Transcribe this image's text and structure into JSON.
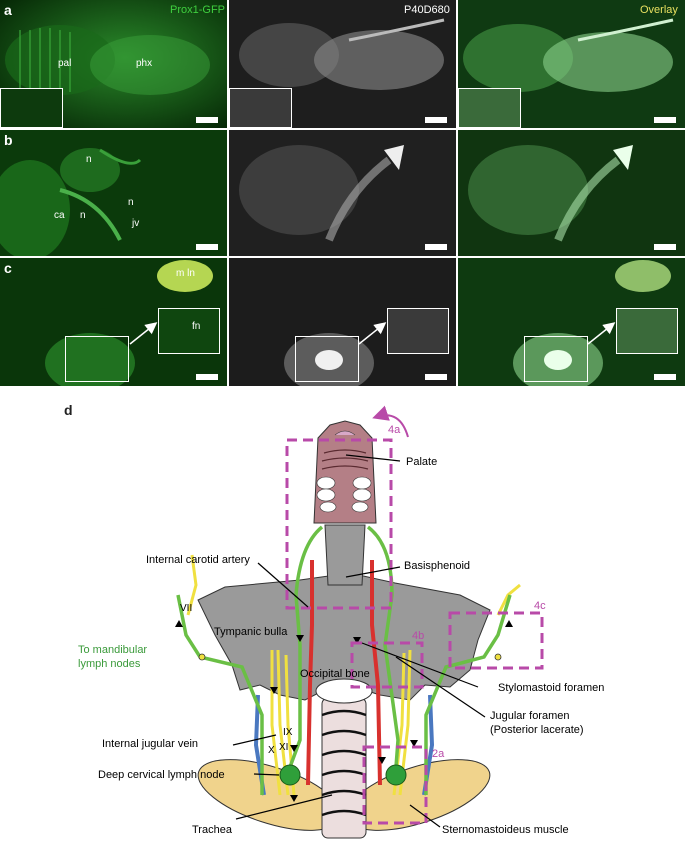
{
  "panel_letters": {
    "a": "a",
    "b": "b",
    "c": "c",
    "d": "d"
  },
  "channel_titles": {
    "green": "Prox1-GFP",
    "gray": "P40D680",
    "overlay": "Overlay"
  },
  "row_a_labels": {
    "pal": "pal",
    "phx": "phx"
  },
  "row_b_labels": {
    "n1": "n",
    "ca": "ca",
    "n2": "n",
    "n3": "n",
    "jv": "jv"
  },
  "row_c_labels": {
    "mln": "m ln",
    "fn": "fn"
  },
  "diagram": {
    "boxes": {
      "b4a": "4a",
      "b4b": "4b",
      "b4c": "4c",
      "b2a": "2a"
    },
    "nerves": {
      "VII": "VII",
      "IX": "IX",
      "X": "X",
      "XI": "XI"
    },
    "structures": {
      "palate": "Palate",
      "internal_carotid": "Internal carotid artery",
      "basisphenoid": "Basisphenoid",
      "tympanic_bulla": "Tympanic bulla",
      "occipital": "Occipital bone",
      "stylomastoid": "Stylomastoid foramen",
      "jugular_foramen_1": "Jugular foramen",
      "jugular_foramen_2": "(Posterior lacerate)",
      "internal_jugular_vein": "Internal jugular vein",
      "deep_cervical": "Deep cervical lymph node",
      "trachea": "Trachea",
      "sternomastoid": "Sternomastoideus muscle",
      "mandibular_1": "To mandibular",
      "mandibular_2": "lymph nodes"
    }
  },
  "colors": {
    "green_channel": "#2fbf2f",
    "overlay_title": "#e8e060",
    "dashed_box": "#b84aa8",
    "nerve_green": "#6abf45",
    "nerve_yellow": "#f0e040",
    "artery_red": "#d8312e",
    "vein_blue": "#4a78c0",
    "bone_gray": "#9a9a9a",
    "muscle_tan": "#f0d38c",
    "palate_pink": "#b47f86",
    "lymph_green": "#2f9f3a",
    "label_green": "#3a9a3a"
  }
}
